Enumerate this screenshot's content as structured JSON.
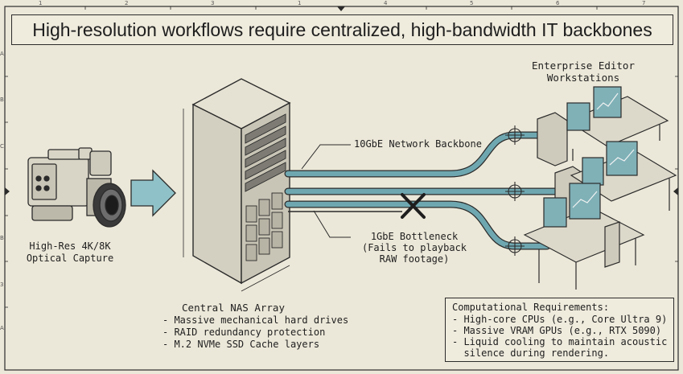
{
  "title": "High-resolution workflows require centralized, high-bandwidth IT backbones",
  "workstations_label": [
    "Enterprise Editor",
    "Workstations"
  ],
  "camera_label": [
    "High-Res 4K/8K",
    "Optical Capture"
  ],
  "backbone_label": "10GbE Network Backbone",
  "bottleneck_label": [
    "1GbE Bottleneck",
    "(Fails to playback",
    "RAW footage)"
  ],
  "nas": {
    "title": "Central NAS Array",
    "items": [
      "- Massive mechanical hard drives",
      "- RAID redundancy protection",
      "- M.2 NVMe SSD Cache layers"
    ]
  },
  "requirements": {
    "title": "Computational Requirements:",
    "items": [
      "- High-core CPUs (e.g., Core Ultra 9)",
      "- Massive VRAM GPUs (e.g., RTX 5090)",
      "- Liquid cooling to maintain acoustic",
      "  silence during rendering."
    ]
  },
  "ruler_top": [
    "1",
    "2",
    "3",
    "1",
    "4",
    "5",
    "6",
    "7"
  ],
  "ruler_left": [
    "A",
    "B",
    "C",
    "B",
    "3",
    "A"
  ],
  "colors": {
    "cable": "#6fa7b0",
    "ink": "#2b2b2b",
    "paper": "#ece8d9"
  }
}
